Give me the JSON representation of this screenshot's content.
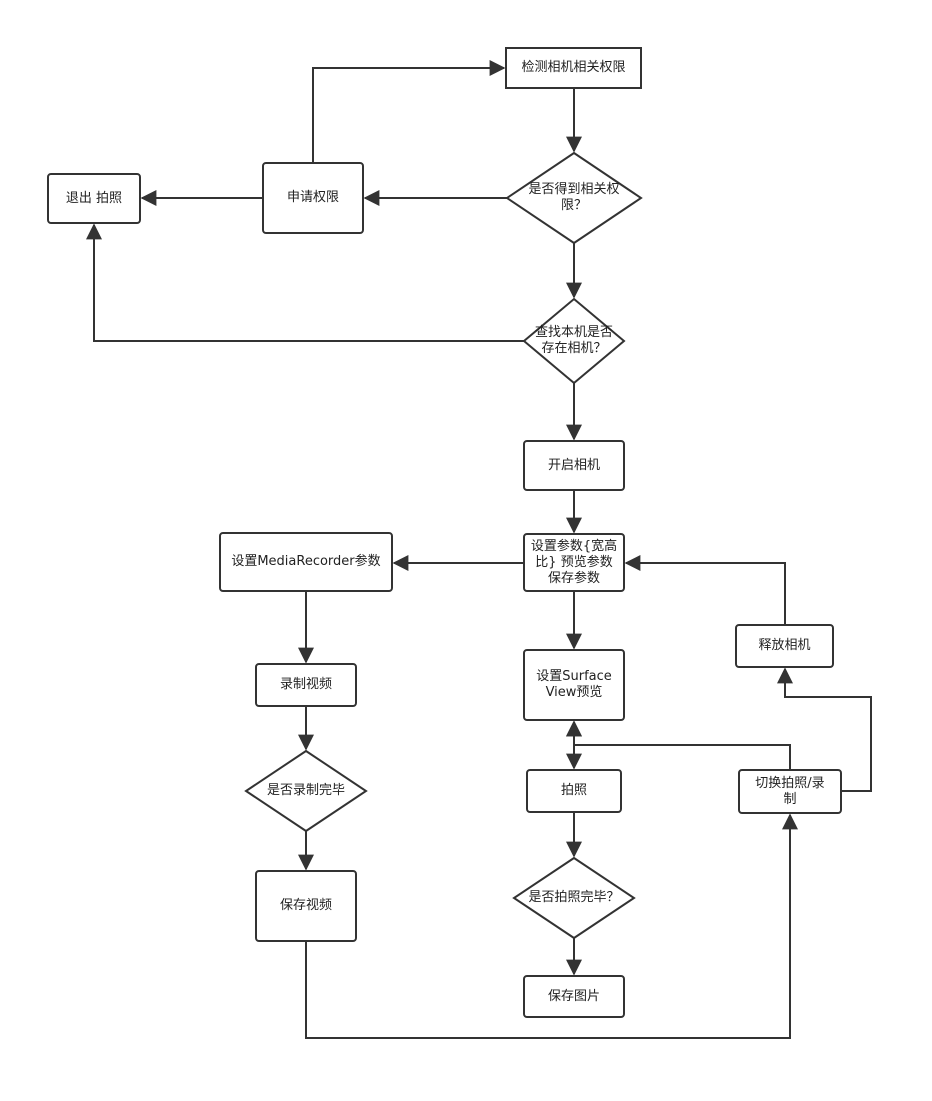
{
  "nodes": {
    "check_perm": "检测相机相关权限",
    "got_perm": "是否得到相关权限？",
    "request_perm": "申请权限",
    "exit": "退出 拍照",
    "find_camera": "查找本机是否存在相机？",
    "open_camera": "开启相机",
    "set_params": "设置参数{宽高比} 预览参数 保存参数",
    "set_recorder": "设置MediaRecorder参数",
    "record_video": "录制视频",
    "record_done": "是否录制完毕",
    "save_video": "保存视频",
    "set_preview": "设置SurfaceView预览",
    "take_photo": "拍照",
    "photo_done": "是否拍照完毕？",
    "save_photo": "保存图片",
    "release_camera": "释放相机",
    "switch_mode": "切换拍照/录制"
  },
  "colors": {
    "stroke": "#333333",
    "fill": "#ffffff",
    "text": "#222222"
  }
}
